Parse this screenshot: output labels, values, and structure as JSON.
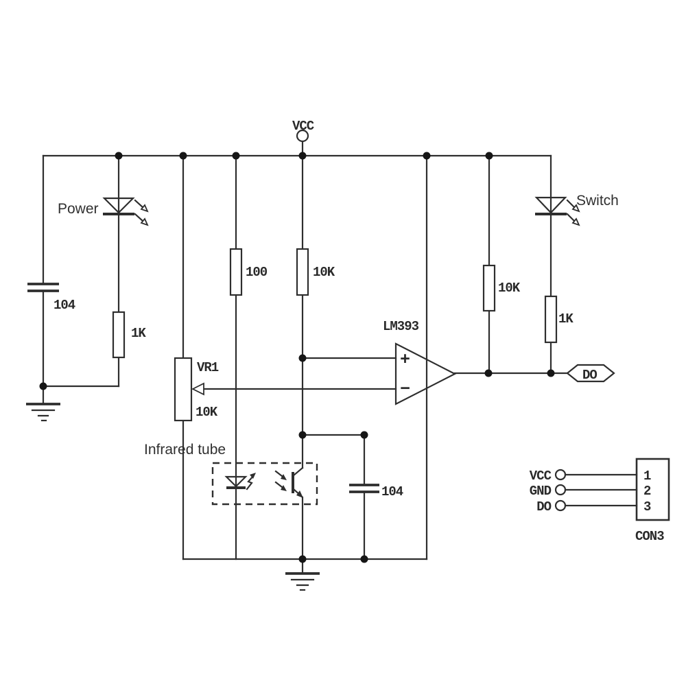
{
  "annotations": {
    "power": "Power",
    "switch": "Switch",
    "infrared_tube": "Infrared tube"
  },
  "net": {
    "vcc": "VCC"
  },
  "comparator": {
    "name": "LM393",
    "plus": "+",
    "minus": "−"
  },
  "resistors": {
    "r100": "100",
    "r10k_mid": "10K",
    "r1k_left": "1K",
    "r10k_right": "10K",
    "r1k_right": "1K"
  },
  "capacitors": {
    "c_left": "104",
    "c_bottom": "104"
  },
  "potentiometer": {
    "name": "VR1",
    "value": "10K"
  },
  "output_tag": "DO",
  "connector": {
    "name": "CON3",
    "pins": [
      {
        "label": "VCC",
        "number": "1"
      },
      {
        "label": "GND",
        "number": "2"
      },
      {
        "label": "DO",
        "number": "3"
      }
    ]
  },
  "colors": {
    "line": "#2e2e2e",
    "text": "#2a2a2a",
    "background": "#ffffff"
  }
}
